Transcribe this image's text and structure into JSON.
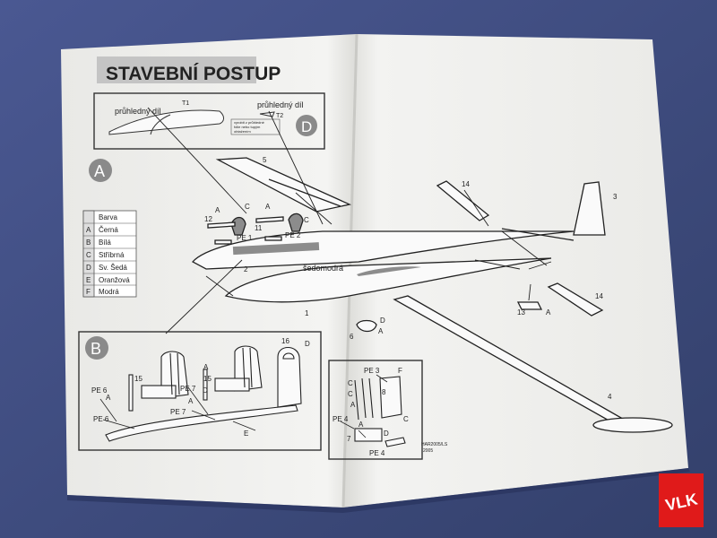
{
  "photo": {
    "title": "STAVEBNÍ POSTUP",
    "circle_labels": [
      "A",
      "B",
      "D"
    ],
    "transparent_part_label": "průhledný díl",
    "transparent_part_label_2": "průhledný díl",
    "tiny_note": [
      "vyrobit z průhledné",
      "fólie nebo tupým",
      "obtažením"
    ],
    "part_labels": {
      "t1": "T1",
      "t2": "T2",
      "p1": "1",
      "p2": "2",
      "p3": "3",
      "p4": "4",
      "p5": "5",
      "p6": "6",
      "p7": "7",
      "p8": "8",
      "p11": "11",
      "p12": "12",
      "p13": "13",
      "p14a": "14",
      "p14b": "14",
      "p15a": "15",
      "p15b": "15",
      "p16": "16",
      "pe1": "PE 1",
      "pe2": "PE 2",
      "pe3": "PE 3",
      "pe4a": "PE 4",
      "pe4b": "PE 4",
      "pe6a": "PE 6",
      "pe6b": "PE 6",
      "pe7a": "PE 7",
      "pe7b": "PE 7",
      "sedomodra": "šedomodrá"
    },
    "color_table": {
      "header": "Barva",
      "rows": [
        {
          "code": "A",
          "name": "Černá"
        },
        {
          "code": "B",
          "name": "Bílá"
        },
        {
          "code": "C",
          "name": "Stříbrná"
        },
        {
          "code": "D",
          "name": "Sv. Šedá"
        },
        {
          "code": "E",
          "name": "Oranžová"
        },
        {
          "code": "F",
          "name": "Modrá"
        }
      ]
    },
    "letter_callouts": {
      "a1": "A",
      "c1": "C",
      "a2": "A",
      "c2": "C",
      "d1": "D",
      "a3": "A",
      "a4": "A",
      "pe_a": "A",
      "d2": "D",
      "a5": "A",
      "a6": "A",
      "d3": "D",
      "e1": "E",
      "c3": "C",
      "c4": "C",
      "a7": "A",
      "f1": "F",
      "c5": "C",
      "a8": "A",
      "d4": "D"
    },
    "footer_mark": "HAR2005/LS",
    "footer_year": "2005",
    "corner_logo": "VLK"
  },
  "colors": {
    "background": "#3f4d7e",
    "paper": "#f1f1ee",
    "ink": "#222222",
    "gray_fill": "#8c8c8c",
    "logo_red": "#e01a1a"
  }
}
